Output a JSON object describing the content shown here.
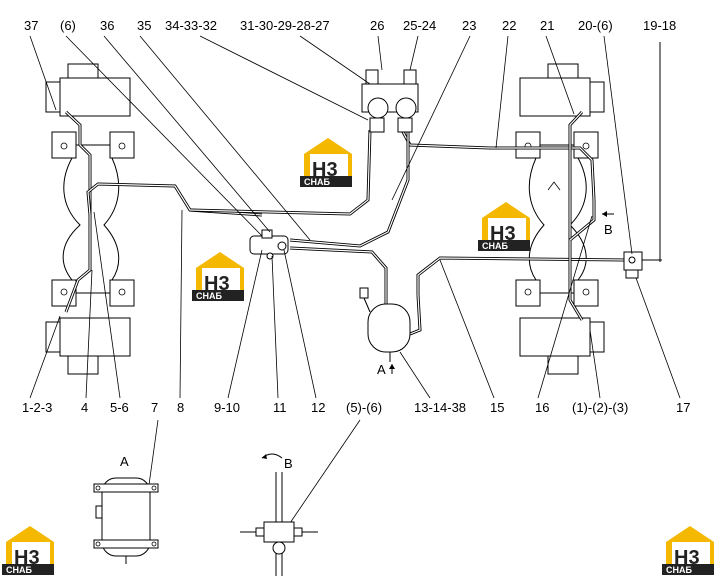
{
  "top_labels": [
    "37",
    "(6)",
    "36",
    "35",
    "34-33-32",
    "31-30-29-28-27",
    "26",
    "25-24",
    "23",
    "22",
    "21",
    "20-(6)",
    "19-18"
  ],
  "bottom_labels": [
    "1-2-3",
    "4",
    "5-6",
    "7",
    "8",
    "9-10",
    "11",
    "12",
    "13-14-38",
    "15",
    "16",
    "(1)-(2)-(3)",
    "17"
  ],
  "detail_labels": {
    "view_a_label": "A",
    "view_a_arrow": "A",
    "view_b_arrow": "B",
    "view_b_label": "B",
    "view_b_part": "(5)-(6)"
  },
  "watermark": {
    "letters": "H3",
    "text": "СНАБ",
    "accent": "#f5b800",
    "dark": "#222222"
  }
}
